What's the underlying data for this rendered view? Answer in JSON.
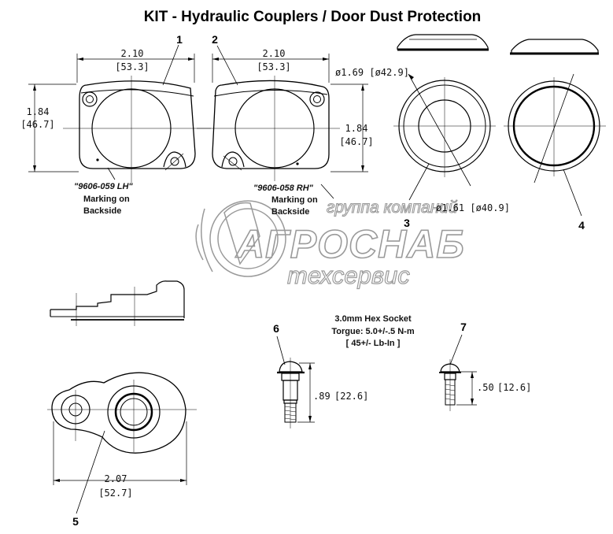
{
  "title": "KIT - Hydraulic Couplers / Door Dust Protection",
  "callouts": {
    "c1": "1",
    "c2": "2",
    "c3": "3",
    "c4": "4",
    "c5": "5",
    "c6": "6",
    "c7": "7"
  },
  "part1": {
    "width_in": "2.10",
    "width_mm": "[53.3]",
    "height_in": "1.84",
    "height_mm": "[46.7]",
    "marking": "\"9606-059  LH\"",
    "marking_line2": "Marking on",
    "marking_line3": "Backside"
  },
  "part2": {
    "width_in": "2.10",
    "width_mm": "[53.3]",
    "height_in": "1.84",
    "height_mm": "[46.7]",
    "marking": "\"9606-058  RH\"",
    "marking_line2": "Marking on",
    "marking_line3": "Backside"
  },
  "part3": {
    "dia_top": "ø1.69  [ø42.9]",
    "dia_bottom": "ø1.61  [ø40.9]"
  },
  "part5": {
    "width_in": "2.07",
    "width_mm": "[52.7]"
  },
  "fastener": {
    "line1": "3.0mm Hex Socket",
    "line2": "Torgue:  5.0+/-.5  N-m",
    "line3": "[ 45+/- Lb-In ]"
  },
  "part6": {
    "len_in": ".89",
    "len_mm": "[22.6]"
  },
  "part7": {
    "len_in": ".50",
    "len_mm": "[12.6]"
  },
  "watermark": {
    "line1": "группа компаний",
    "line2": "АГРОСНАБ",
    "line3": "техсервис"
  }
}
